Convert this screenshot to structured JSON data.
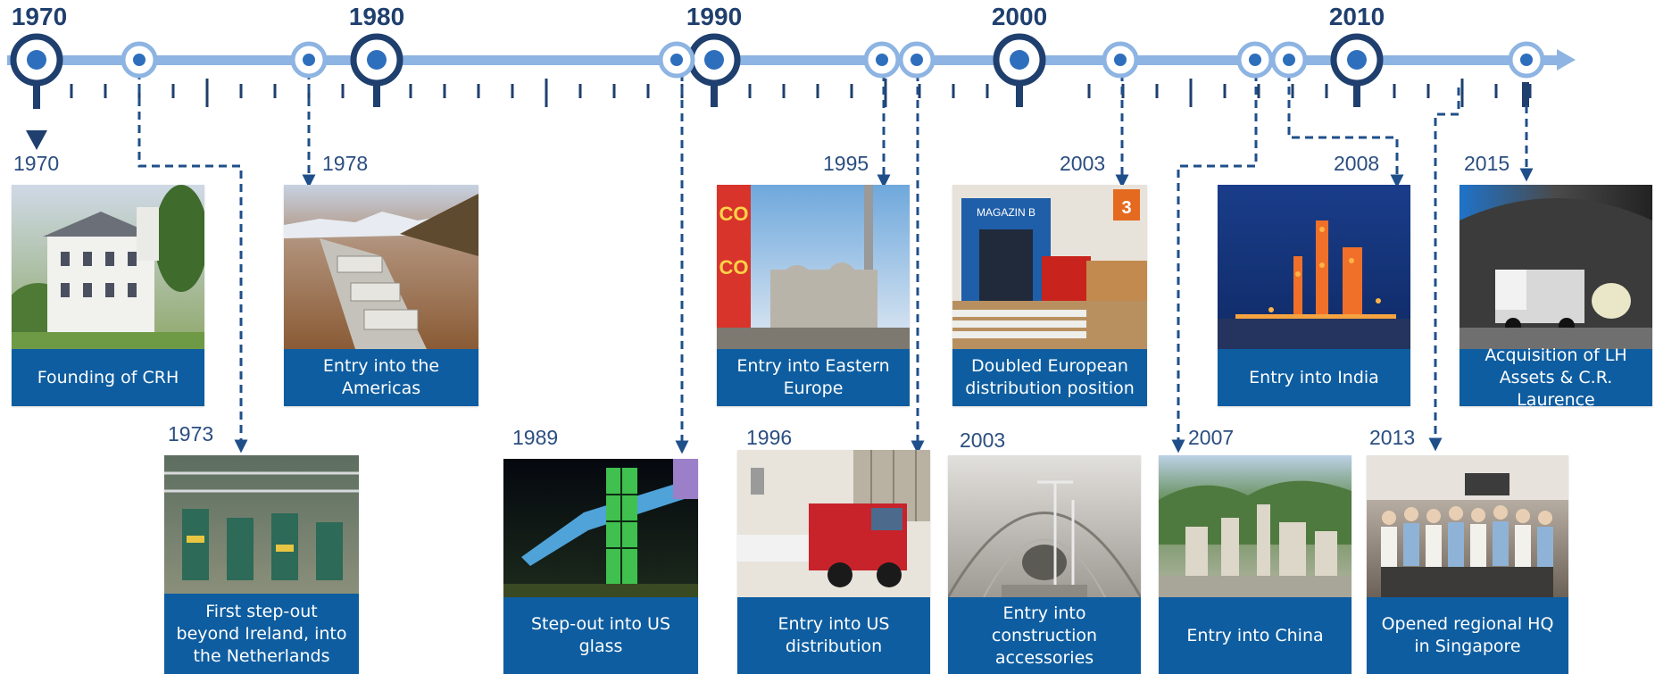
{
  "timeline": {
    "axis_color": "#8db4e2",
    "tick_color": "#1f3f6e",
    "marker_color": "#1f3f6e",
    "minor_marker_color": "#8db4e2",
    "decades": [
      "1970",
      "1980",
      "1990",
      "2000",
      "2010"
    ]
  },
  "colors": {
    "caption_background": "#0e5da0",
    "caption_text": "#ffffff",
    "year_text": "#2b4e80",
    "connector": "#1f4f8a"
  },
  "events": [
    {
      "year": "1970",
      "caption": "Founding of CRH",
      "photo": "country-house-photo"
    },
    {
      "year": "1978",
      "caption": "Entry into the Americas",
      "photo": "concrete-pipes-photo"
    },
    {
      "year": "1995",
      "caption": "Entry into Eastern Europe",
      "photo": "cement-plant-photo"
    },
    {
      "year": "2003",
      "caption": "Doubled European distribution position",
      "photo": "warehouse-truck-photo"
    },
    {
      "year": "2008",
      "caption": "Entry into India",
      "photo": "cement-plant-night-photo"
    },
    {
      "year": "2015",
      "caption": "Acquisition of LH Assets & C.R. Laurence",
      "photo": "tunnel-truck-photo"
    },
    {
      "year": "1973",
      "caption": "First step-out beyond Ireland, into the Netherlands",
      "photo": "factory-interior-photo"
    },
    {
      "year": "1989",
      "caption": "Step-out into US glass",
      "photo": "glass-building-night-photo"
    },
    {
      "year": "1996",
      "caption": "Entry into US distribution",
      "photo": "red-truck-photo"
    },
    {
      "year": "2003",
      "caption": "Entry into construction accessories",
      "photo": "tunnel-interior-photo"
    },
    {
      "year": "2007",
      "caption": "Entry into China",
      "photo": "china-cement-plant-photo"
    },
    {
      "year": "2013",
      "caption": "Opened regional HQ in Singapore",
      "photo": "group-photo"
    }
  ]
}
